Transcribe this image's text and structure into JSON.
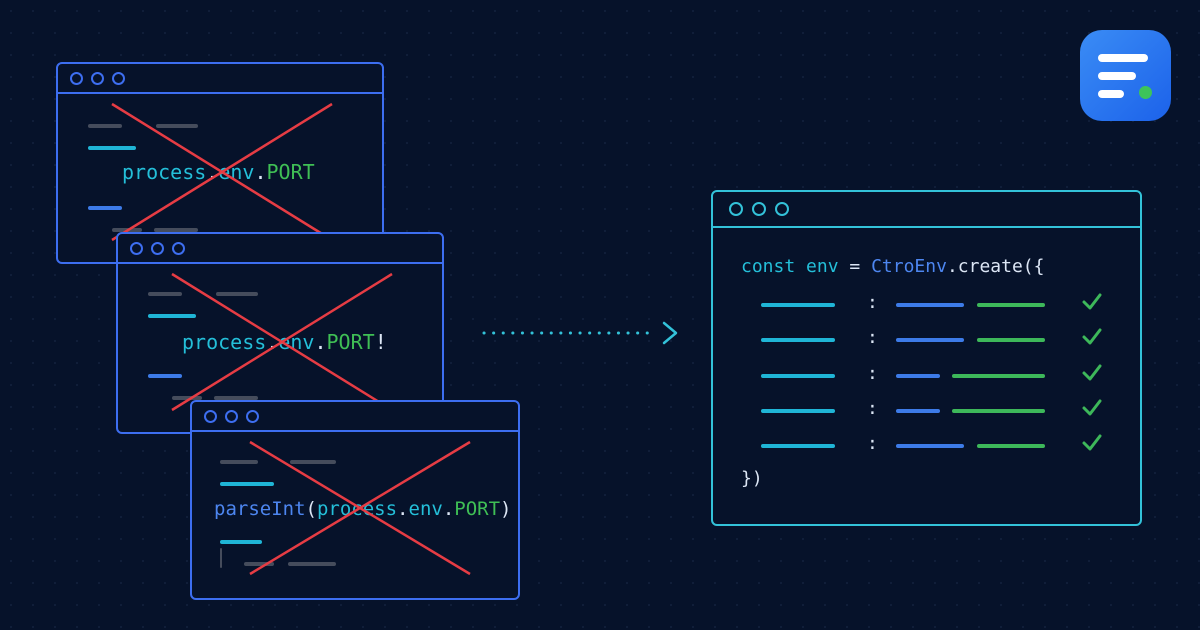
{
  "windows": {
    "bad1": {
      "code": {
        "obj": "process",
        "dot1": ".",
        "prop": "env",
        "dot2": ".",
        "key": "PORT"
      }
    },
    "bad2": {
      "code": {
        "obj": "process",
        "dot1": ".",
        "prop": "env",
        "dot2": ".",
        "key": "PORT",
        "bang": "!"
      }
    },
    "bad3": {
      "code": {
        "fn": "parseInt",
        "open": "(",
        "obj": "process",
        "dot1": ".",
        "prop": "env",
        "dot2": ".",
        "key": "PORT",
        "close": ")"
      }
    },
    "good": {
      "code": {
        "kw": "const",
        "name": "env",
        "eq": "=",
        "cls": "CtroEnv",
        "method": ".create({",
        "end": "})"
      },
      "rows": [
        {
          "separator": ":",
          "status": "check"
        },
        {
          "separator": ":",
          "status": "check"
        },
        {
          "separator": ":",
          "status": "check"
        },
        {
          "separator": ":",
          "status": "check"
        },
        {
          "separator": ":",
          "status": "check"
        }
      ]
    }
  },
  "colors": {
    "background": "#06122a",
    "window_border": "#3d6ef0",
    "result_border": "#33c2d9",
    "cross": "#e63c44",
    "check": "#3db85a",
    "logo": "#2a78f0"
  },
  "icons": [
    "cross-icon",
    "check-icon",
    "arrow-right-icon",
    "app-logo-icon"
  ]
}
